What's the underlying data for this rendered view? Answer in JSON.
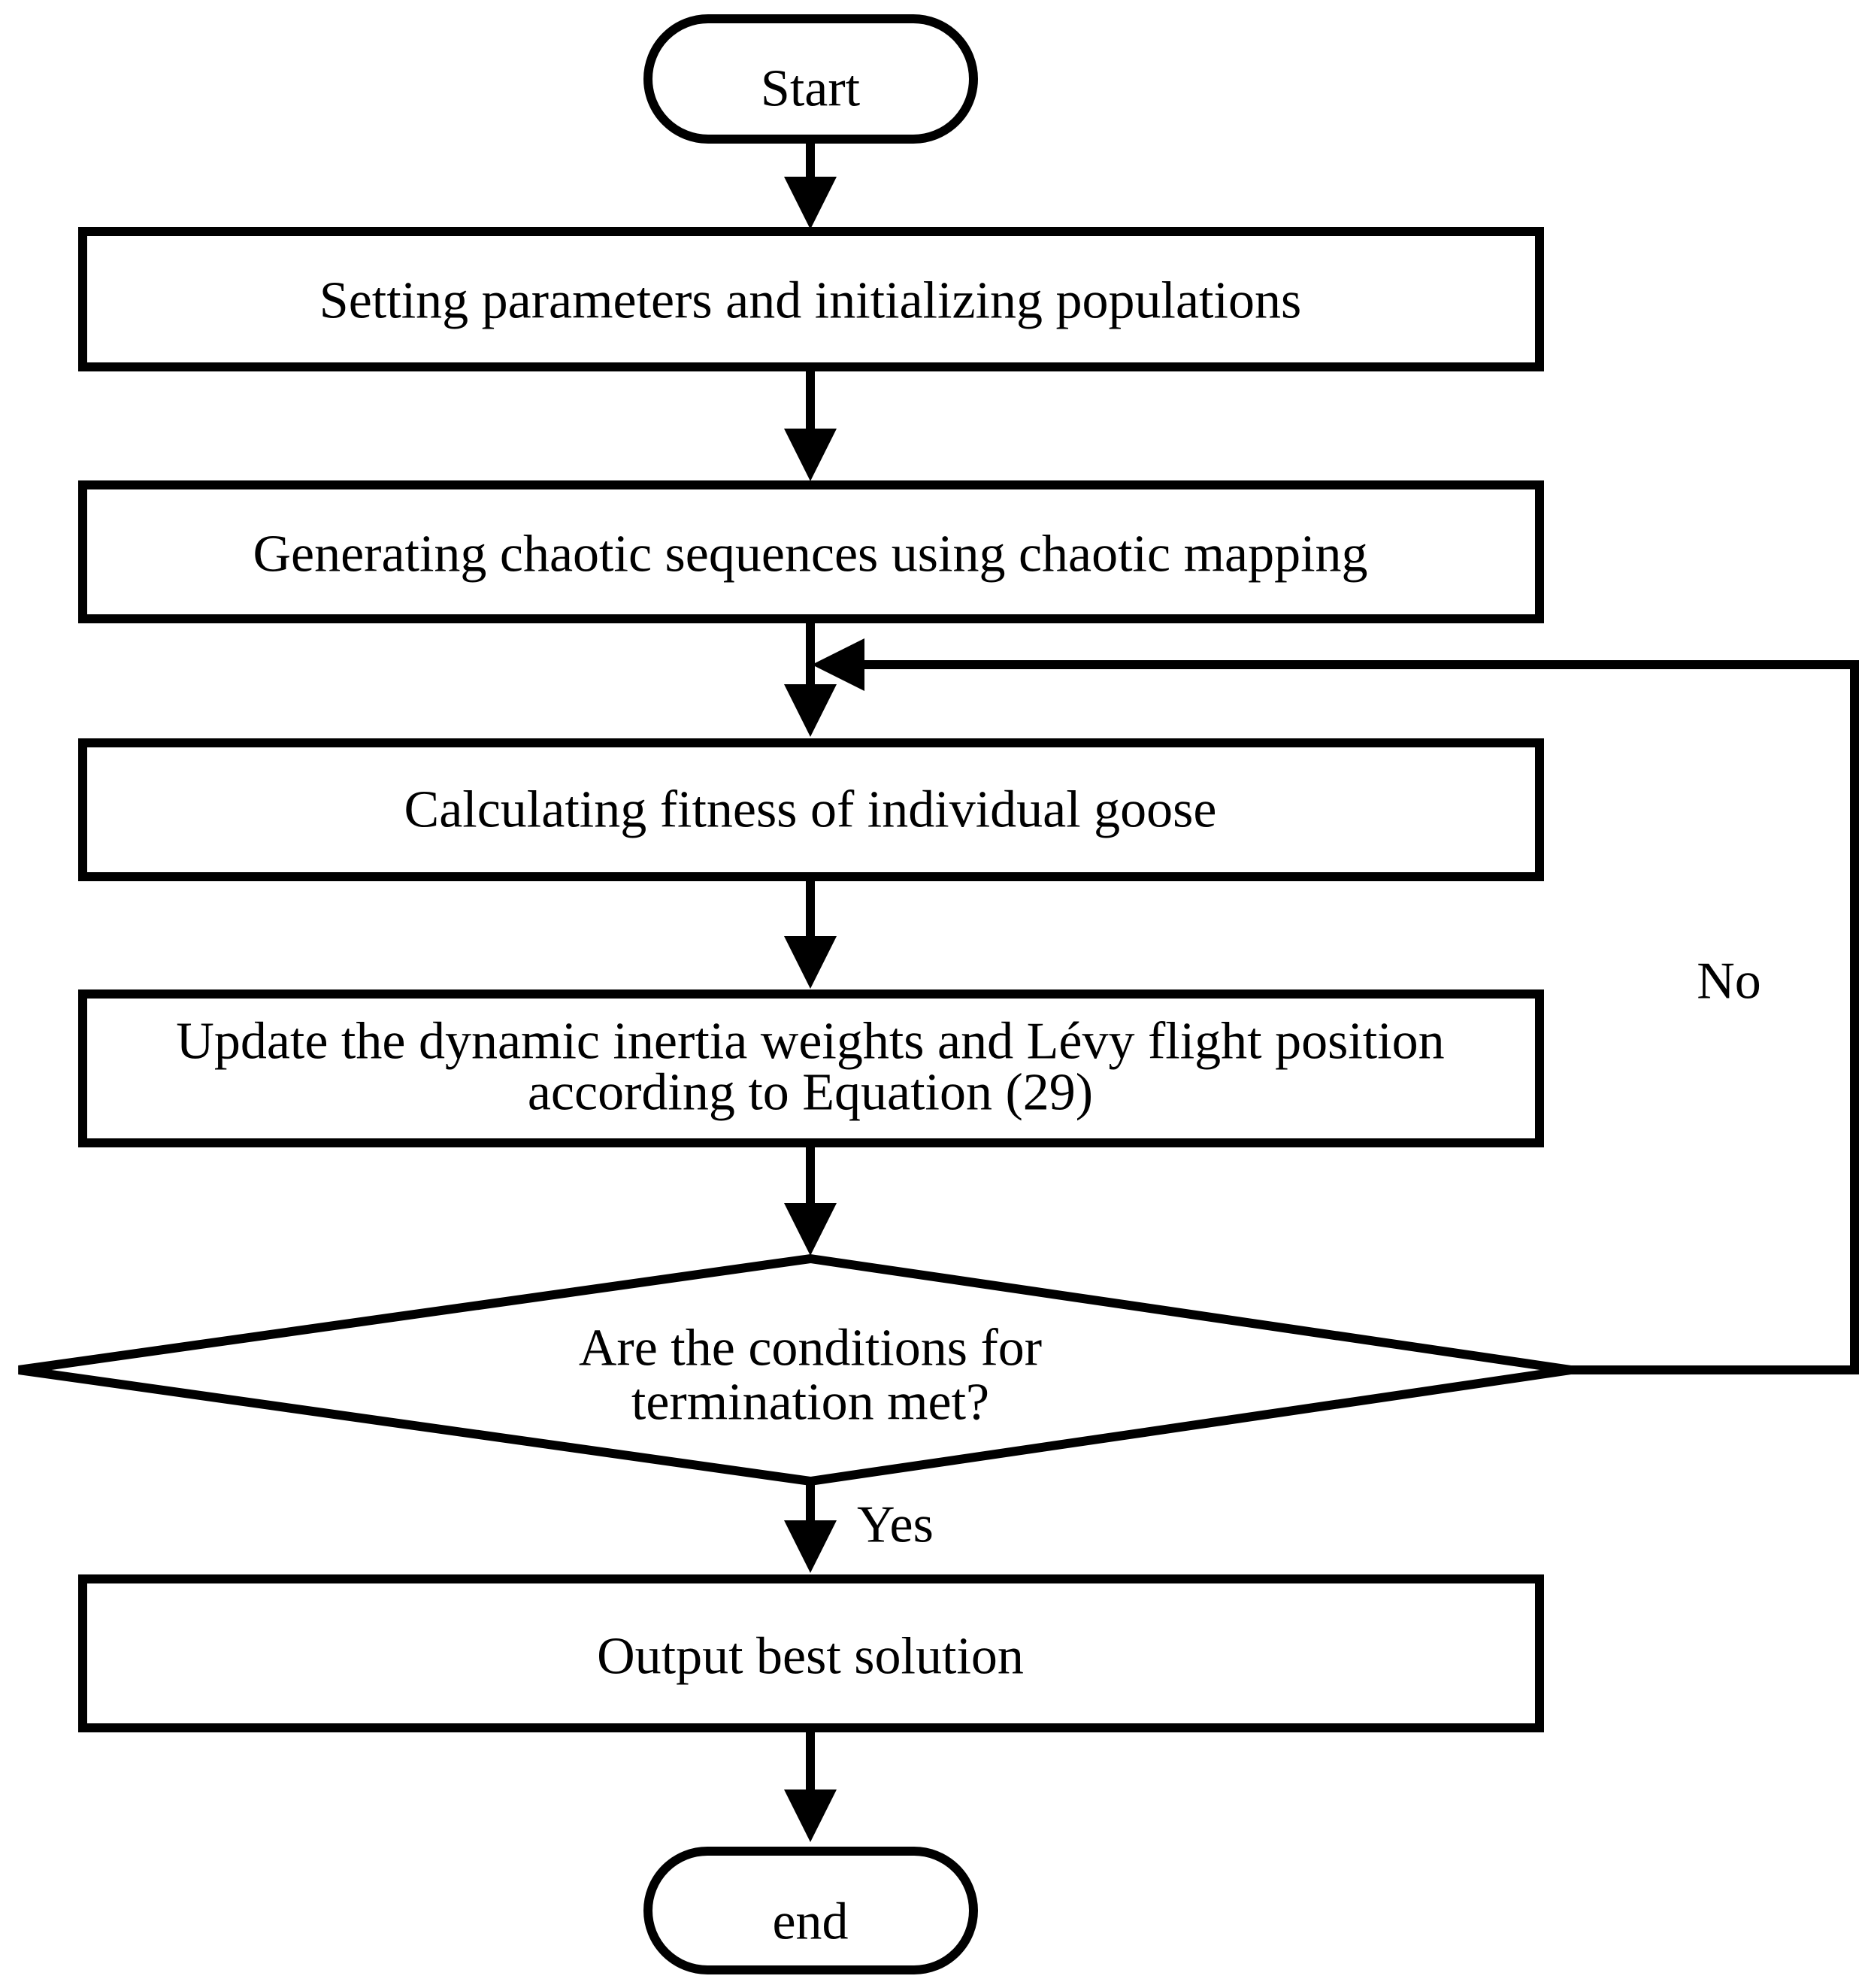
{
  "nodes": {
    "start": "Start",
    "init": "Setting parameters and initializing populations",
    "chaotic": "Generating chaotic sequences using chaotic mapping",
    "fitness": "Calculating fitness of individual goose",
    "update_line1": "Update the dynamic inertia weights and Lévy flight position",
    "update_line2": "according to Equation (29)",
    "decision_line1": "Are the conditions for",
    "decision_line2": "termination met?",
    "output": "Output best solution",
    "end": "end"
  },
  "edges": {
    "no_label": "No",
    "yes_label": "Yes"
  },
  "colors": {
    "stroke": "#000000",
    "fill": "#ffffff"
  }
}
